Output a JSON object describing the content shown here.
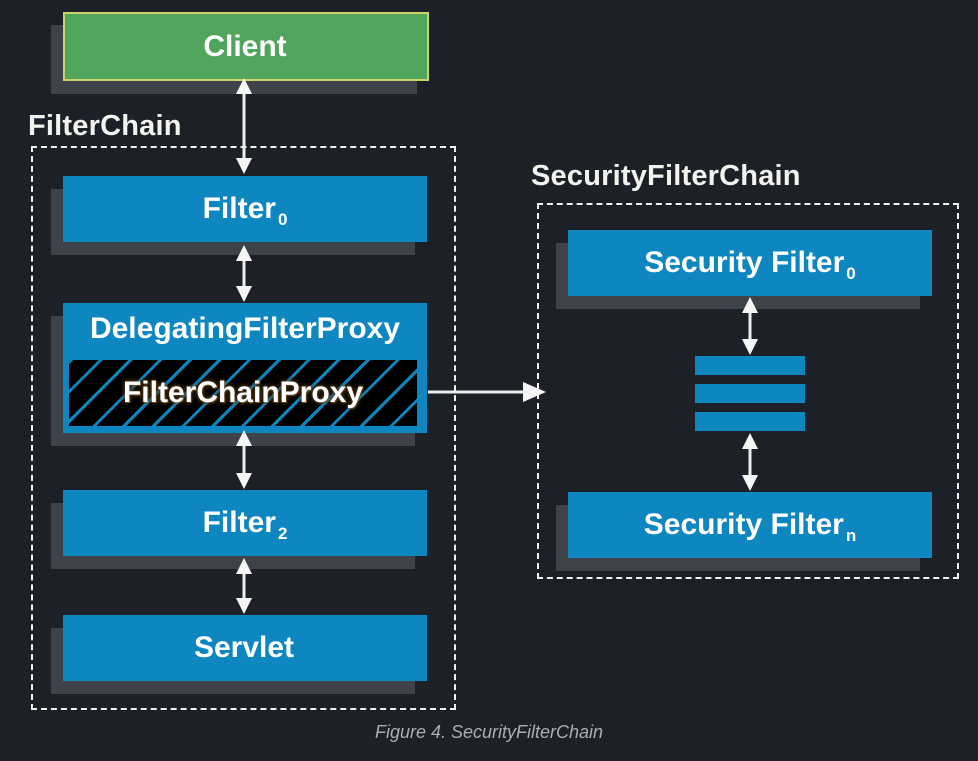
{
  "diagram": {
    "caption": "Figure 4. SecurityFilterChain",
    "groups": {
      "filter_chain": {
        "label": "FilterChain"
      },
      "security_filter_chain": {
        "label": "SecurityFilterChain"
      }
    },
    "nodes": {
      "client": {
        "label": "Client",
        "sub": ""
      },
      "filter_0": {
        "label": "Filter",
        "sub": "0"
      },
      "delegating_filter_proxy": {
        "label": "DelegatingFilterProxy",
        "sub": ""
      },
      "filter_chain_proxy": {
        "label": "FilterChainProxy",
        "sub": ""
      },
      "filter_2": {
        "label": "Filter",
        "sub": "2"
      },
      "servlet": {
        "label": "Servlet",
        "sub": ""
      },
      "security_filter_0": {
        "label": "Security Filter",
        "sub": "0"
      },
      "security_filter_n": {
        "label": "Security Filter",
        "sub": "n"
      }
    },
    "placeholder_bars_count": 3,
    "connections": [
      {
        "from": "client",
        "to": "filter_0",
        "type": "bidirectional"
      },
      {
        "from": "filter_0",
        "to": "delegating_filter_proxy",
        "type": "bidirectional"
      },
      {
        "from": "delegating_filter_proxy",
        "to": "filter_2",
        "type": "bidirectional"
      },
      {
        "from": "filter_2",
        "to": "servlet",
        "type": "bidirectional"
      },
      {
        "from": "filter_chain_proxy",
        "to": "security_filter_chain",
        "type": "directional"
      },
      {
        "from": "security_filter_0",
        "to": "placeholder_bars",
        "type": "bidirectional"
      },
      {
        "from": "placeholder_bars",
        "to": "security_filter_n",
        "type": "bidirectional"
      }
    ],
    "colors": {
      "background": "#1d2127",
      "node_blue": "#0e87c0",
      "client_green": "#50a45c",
      "client_border": "#cbd368",
      "box_shadow": "#3e434a",
      "hatch_background": "#000000",
      "hatch_line": "#0d86c0",
      "arrow": "#ededed",
      "group_border": "#f2f2f2",
      "group_label_text": "#f2f3ee",
      "caption_text": "#a9aeb4"
    }
  }
}
